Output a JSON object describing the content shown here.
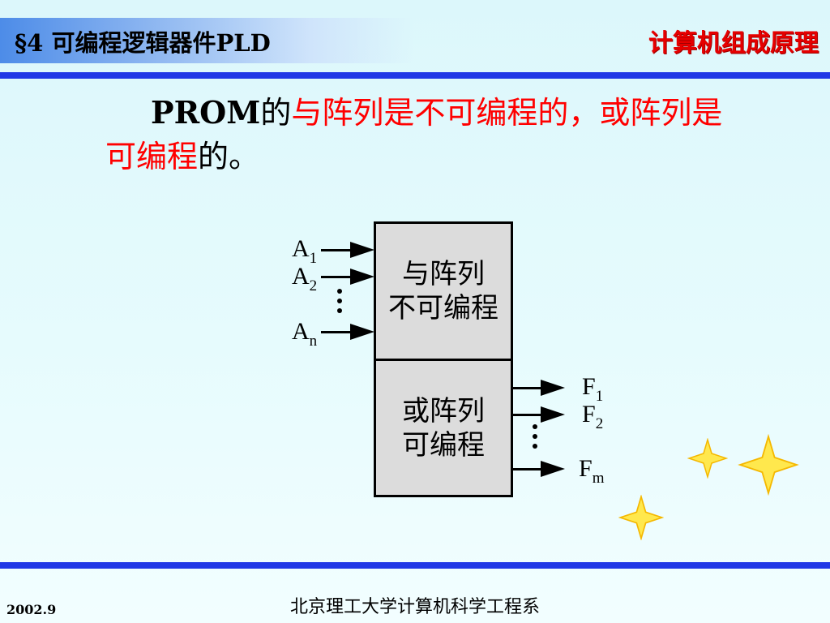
{
  "header": {
    "section_title": "§4  可编程逻辑器件PLD",
    "course_title": "计算机组成原理"
  },
  "body": {
    "prefix_bold": "PROM",
    "part1": "的",
    "part2_red": "与阵列是不可编程的，或阵列是可编程",
    "part3": "的。"
  },
  "diagram": {
    "and_array": {
      "line1": "与阵列",
      "line2": "不可编程"
    },
    "or_array": {
      "line1": "或阵列",
      "line2": "可编程"
    },
    "inputs": [
      {
        "base": "A",
        "sub": "1"
      },
      {
        "base": "A",
        "sub": "2"
      },
      {
        "base": "A",
        "sub": "n"
      }
    ],
    "outputs": [
      {
        "base": "F",
        "sub": "1"
      },
      {
        "base": "F",
        "sub": "2"
      },
      {
        "base": "F",
        "sub": "m"
      }
    ]
  },
  "footer": {
    "date": "2002.9",
    "organization": "北京理工大学计算机科学工程系"
  },
  "colors": {
    "accent_blue": "#2038e6",
    "emphasis_red": "#ff0000",
    "box_fill": "#dcdcdc"
  }
}
